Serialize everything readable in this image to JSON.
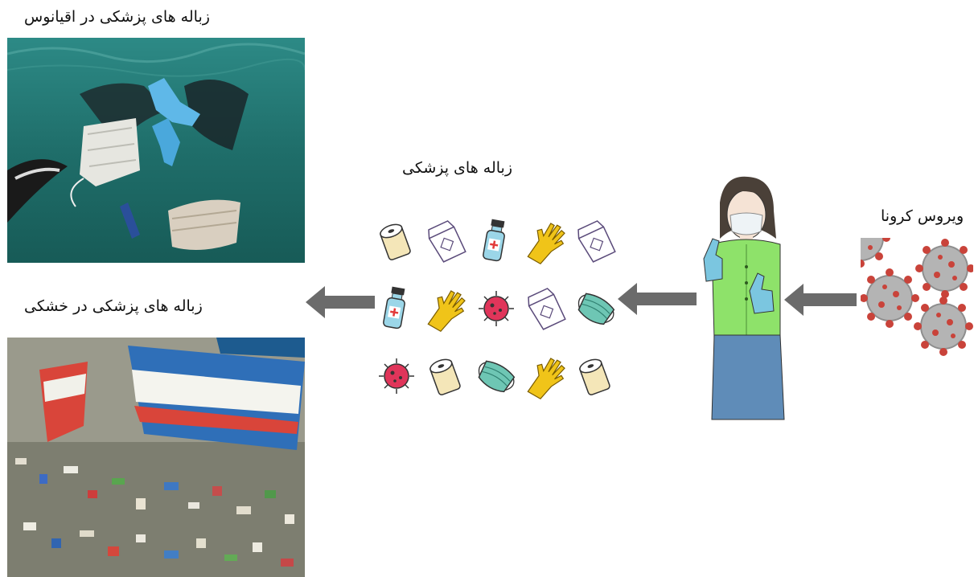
{
  "labels": {
    "ocean_caption": "زباله های پزشکی در اقیانوس",
    "land_caption": "زباله های پزشکی در خشکی",
    "waste_caption": "زباله های پزشکی",
    "virus_caption": "ویروس کرونا"
  },
  "colors": {
    "arrow": "#6b6b6b",
    "ocean": "#1f6e6a",
    "shirt": "#8ee26a",
    "skirt": "#5f8cb8",
    "virus": "#c9433a",
    "glove": "#f0c419",
    "mask": "#6ec6b4",
    "germ": "#e0355a"
  },
  "waste_items": [
    [
      "toilet-roll-icon",
      "tissue-box-icon",
      "sanitizer-bottle-icon",
      "glove-icon",
      "tissue-box-icon"
    ],
    [
      "sanitizer-bottle-icon",
      "glove-icon",
      "germ-icon",
      "tissue-box-icon",
      "face-mask-icon"
    ],
    [
      "germ-icon",
      "toilet-roll-icon",
      "face-mask-icon",
      "glove-icon",
      "toilet-roll-icon"
    ]
  ]
}
